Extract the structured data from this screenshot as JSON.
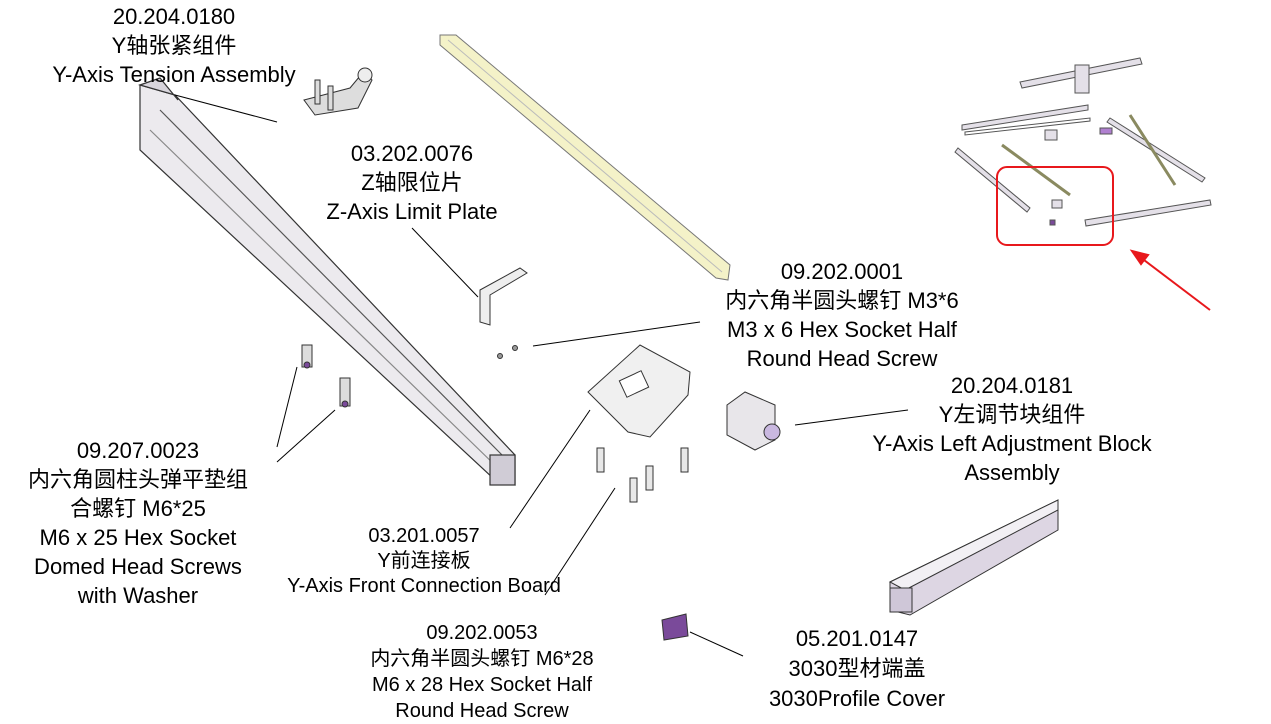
{
  "labels": {
    "tension": {
      "code": "20.204.0180",
      "cn": "Y轴张紧组件",
      "en": "Y-Axis Tension Assembly"
    },
    "limit_plate": {
      "code": "03.202.0076",
      "cn": "Z轴限位片",
      "en": "Z-Axis Limit Plate"
    },
    "m3_screw": {
      "code": "09.202.0001",
      "cn": "内六角半圆头螺钉 M3*6",
      "en1": "M3 x 6 Hex Socket Half",
      "en2": "Round Head Screw"
    },
    "adjust_block": {
      "code": "20.204.0181",
      "cn": "Y左调节块组件",
      "en1": "Y-Axis Left Adjustment Block",
      "en2": "Assembly"
    },
    "m6_25_screw": {
      "code": "09.207.0023",
      "cn1": "内六角圆柱头弹平垫组",
      "cn2": "合螺钉 M6*25",
      "en1": "M6 x 25 Hex Socket",
      "en2": "Domed Head Screws",
      "en3": "with Washer"
    },
    "front_board": {
      "code": "03.201.0057",
      "cn": "Y前连接板",
      "en": "Y-Axis Front Connection Board"
    },
    "m6_28_screw": {
      "code": "09.202.0053",
      "cn": "内六角半圆头螺钉 M6*28",
      "en1": "M6 x 28 Hex Socket Half",
      "en2": "Round Head Screw"
    },
    "profile_cover": {
      "code": "05.201.0147",
      "cn": "3030型材端盖",
      "en": "3030Profile Cover"
    }
  },
  "colors": {
    "highlight": "#e8181c",
    "rod": "#f4f2c8",
    "cover": "#7a4a9a",
    "profile": "#e6e3ea"
  }
}
